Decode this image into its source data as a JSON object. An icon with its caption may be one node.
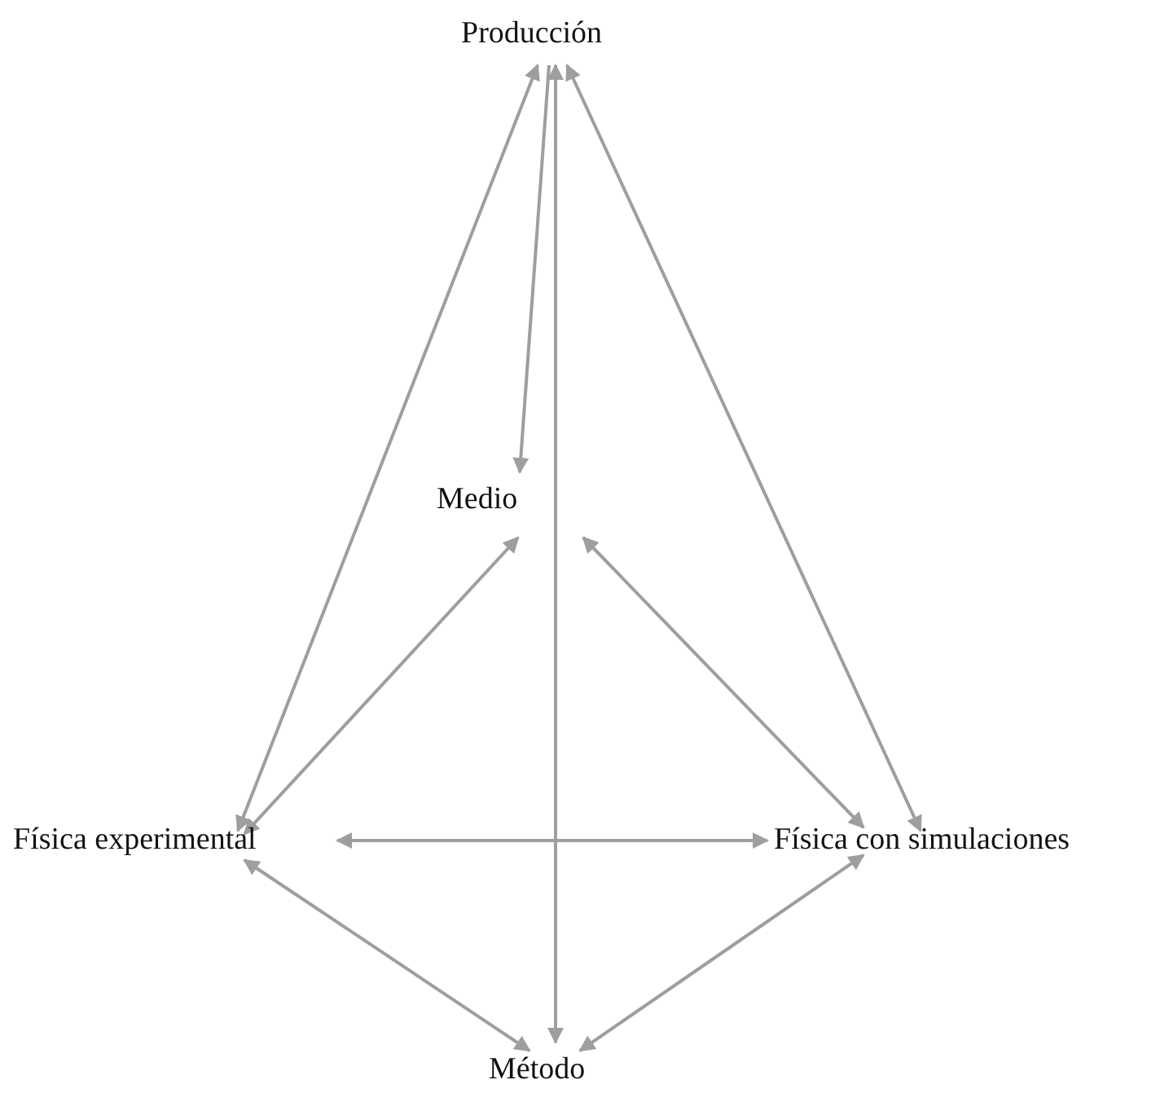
{
  "diagram": {
    "nodes": [
      {
        "text": [
          "Producción"
        ]
      },
      {
        "text": [
          "Medio"
        ]
      },
      {
        "text": [
          "Física experimental"
        ]
      },
      {
        "text": [
          "Física con simulaciones"
        ]
      },
      {
        "text": [
          "Método"
        ]
      }
    ],
    "edges": [
      {
        "from": 0,
        "to": 2,
        "arrow": "both"
      },
      {
        "from": 0,
        "to": 1,
        "arrow": "to"
      },
      {
        "from": 0,
        "to": 4,
        "arrow": "both"
      },
      {
        "from": 0,
        "to": 3,
        "arrow": "both"
      },
      {
        "from": 1,
        "to": 2,
        "arrow": "both"
      },
      {
        "from": 1,
        "to": 3,
        "arrow": "both"
      },
      {
        "from": 2,
        "to": 3,
        "arrow": "both"
      },
      {
        "from": 2,
        "to": 4,
        "arrow": "both"
      },
      {
        "from": 3,
        "to": 4,
        "arrow": "both"
      }
    ]
  }
}
